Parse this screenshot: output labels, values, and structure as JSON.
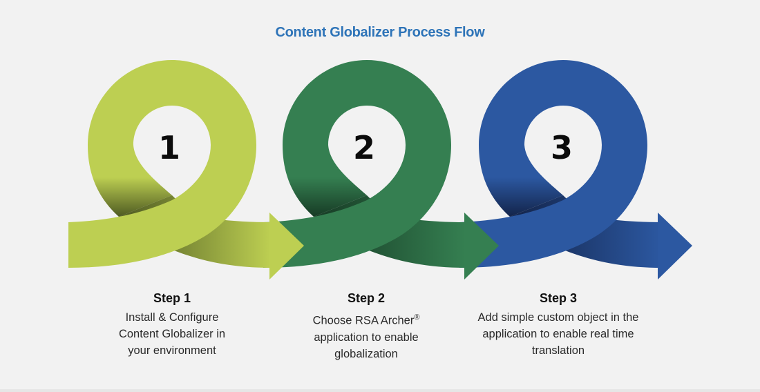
{
  "title": "Content Globalizer Process Flow",
  "colors": {
    "title": "#2E74B8",
    "step1": "#BDCF52",
    "step1_dark": "#4E5A22",
    "step2": "#357F51",
    "step2_dark": "#173B25",
    "step3": "#2C58A1",
    "step3_dark": "#13244A"
  },
  "steps": [
    {
      "number": "1",
      "heading": "Step 1",
      "lines": [
        "Install & Configure",
        "Content Globalizer in",
        "your environment"
      ]
    },
    {
      "number": "2",
      "heading": "Step 2",
      "lines": [
        "Choose RSA Archer",
        "application to enable",
        "globalization"
      ],
      "trademark": "®"
    },
    {
      "number": "3",
      "heading": "Step 3",
      "lines": [
        "Add simple custom object in the",
        "application to enable real time",
        "translation"
      ]
    }
  ]
}
